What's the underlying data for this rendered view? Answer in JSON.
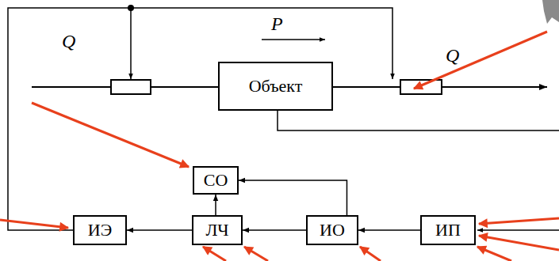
{
  "diagram": {
    "nodes": [
      {
        "text": [
          "Объект"
        ]
      },
      {
        "text": [
          "СО"
        ]
      },
      {
        "text": [
          "ИЭ"
        ]
      },
      {
        "text": [
          "ЛЧ"
        ]
      },
      {
        "text": [
          "ИО"
        ]
      },
      {
        "text": [
          "ИП"
        ]
      }
    ],
    "edges": [
      {
        "from": 5,
        "to": 4,
        "arrow": "to"
      },
      {
        "from": 4,
        "to": 3,
        "arrow": "to"
      },
      {
        "from": 3,
        "to": 2,
        "arrow": "to"
      },
      {
        "from": 3,
        "to": 1,
        "arrow": "to"
      },
      {
        "from": 4,
        "to": 1,
        "arrow": "to"
      }
    ],
    "labels": [
      "Q",
      "P",
      "Q"
    ]
  }
}
